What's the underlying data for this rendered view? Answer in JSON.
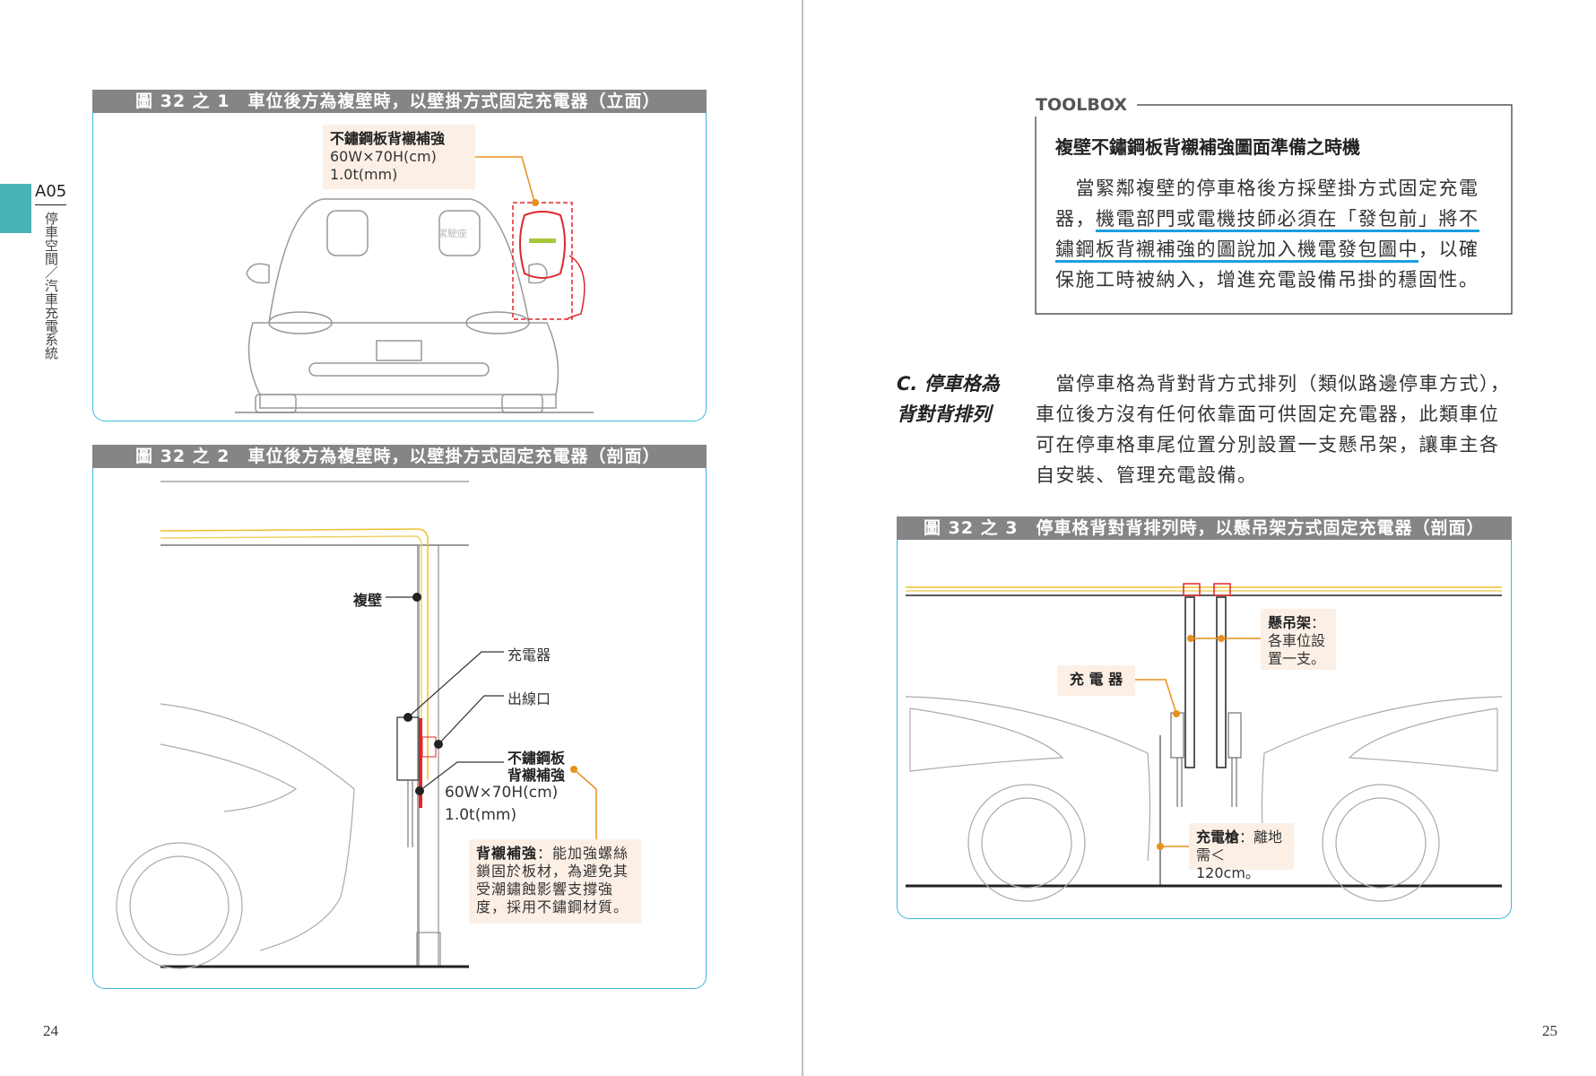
{
  "left_page": {
    "chapter_tab": {
      "code": "A05",
      "title": "停車空間／汽車充電系統",
      "color": "#4ab3b8"
    },
    "page_number": "24",
    "figure1": {
      "title": "圖 32 之 1　車位後方為複壁時，以壁掛方式固定充電器（立面）",
      "callout_title": "不鏽鋼板背襯補強",
      "callout_dim1": "60W×70H(cm)",
      "callout_dim2": "1.0t(mm)",
      "seat_text": "駕駛座"
    },
    "figure2": {
      "title": "圖 32 之 2　車位後方為複壁時，以壁掛方式固定充電器（剖面）",
      "label_wall": "複壁",
      "label_charger": "充電器",
      "label_outlet": "出線口",
      "label_plate_1": "不鏽鋼板",
      "label_plate_2": "背襯補強",
      "dim1": "60W×70H(cm)",
      "dim2": "1.0t(mm)",
      "note_title": "背襯補強",
      "note_lines": [
        "：能加強螺絲",
        "鎖固於板材，為避免其",
        "受潮鏽蝕影響支撐強",
        "度，採用不鏽鋼材質。"
      ]
    }
  },
  "right_page": {
    "page_number": "25",
    "toolbox": {
      "label": "TOOLBOX",
      "title": "複壁不鏽鋼板背襯補強圖面準備之時機",
      "line1": "　當緊鄰複壁的停車格後方採壁掛方式固定充電",
      "line2_pre": "器，",
      "line2_u": "機電部門或電機技師必須在「發包前」將不",
      "line3_u": "鏽鋼板背襯補強的圖說加入機電發包圖中",
      "line3_post": "，以確",
      "line4": "保施工時被納入，增進充電設備吊掛的穩固性。",
      "underline_color": "#1a9ee0"
    },
    "section_c": {
      "heading_1": "C. 停車格為",
      "heading_2": "背對背排列",
      "lines": [
        "　當停車格為背對背方式排列（類似路邊停車方式），",
        "車位後方沒有任何依靠面可供固定充電器，此類車位",
        "可在停車格車尾位置分別設置一支懸吊架，讓車主各",
        "自安裝、管理充電設備。"
      ]
    },
    "figure3": {
      "title": "圖 32 之 3　停車格背對背排列時，以懸吊架方式固定充電器（剖面）",
      "hanger_title": "懸吊架",
      "hanger_lines": [
        "：",
        "各車位設",
        "置一支。"
      ],
      "charger_label": "充 電 器",
      "gun_title": "充電槍",
      "gun_lines": [
        "：離地",
        "需＜120cm。"
      ]
    }
  },
  "colors": {
    "frame": "#3db6e3",
    "header": "#858585",
    "callout_bg": "#fcf0e6",
    "accent_orange": "#e8901e",
    "red": "#e0262b"
  }
}
